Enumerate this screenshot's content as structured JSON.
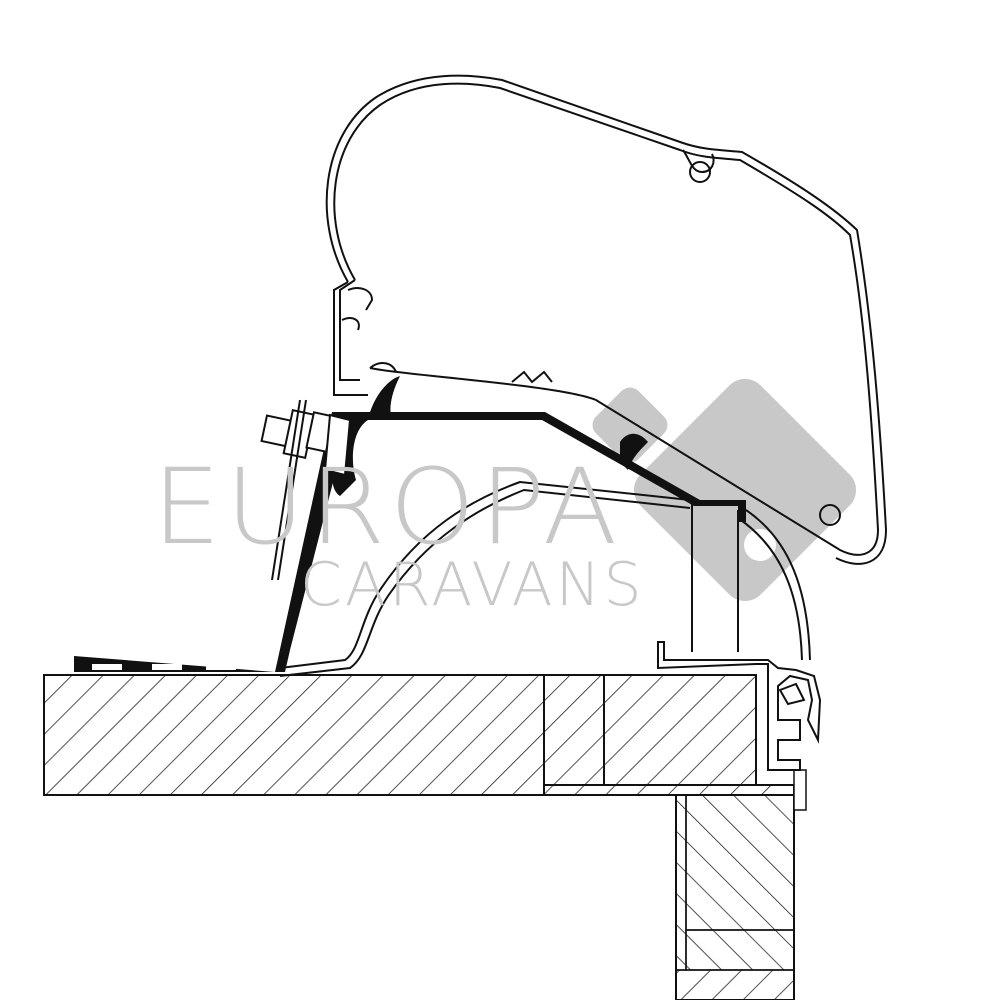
{
  "diagram": {
    "type": "technical cross-section",
    "subject": "awning adapter rail mounted on caravan roof edge",
    "parts": [
      {
        "name": "awning-cassette",
        "description": "Large outlined aluminium awning housing profile"
      },
      {
        "name": "adapter-bracket",
        "description": "Black solid mounting adapter profile"
      },
      {
        "name": "bolt-fixing",
        "description": "Hex bolt with washer and nut"
      },
      {
        "name": "roof-rail-profile",
        "description": "Outlined arched roof rail"
      },
      {
        "name": "keder-rail",
        "description": "Edge keder rail profile on caravan wall"
      },
      {
        "name": "roof-panel",
        "description": "Hatched horizontal roof section"
      },
      {
        "name": "wall-panel",
        "description": "Hatched vertical wall section"
      }
    ],
    "colors": {
      "line": "#111111",
      "fill_solid": "#111111",
      "background": "#ffffff",
      "watermark": "#c8c8c8"
    }
  },
  "watermark": {
    "line1": "EUROPA",
    "line2": "CARAVANS",
    "logo": "diamond-logo"
  }
}
